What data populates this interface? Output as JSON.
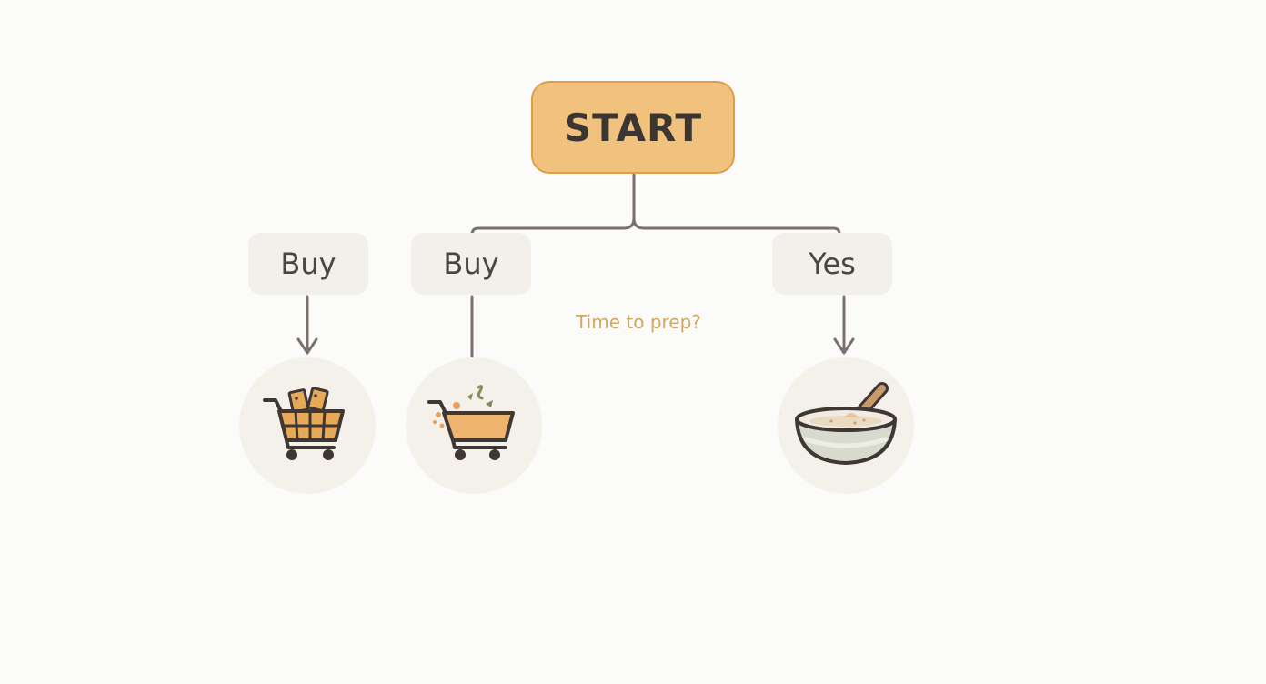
{
  "start": {
    "label": "START"
  },
  "branches": [
    {
      "label": "Buy",
      "icon": "shopping-cart-full-icon"
    },
    {
      "label": "Buy",
      "icon": "shopping-cart-produce-icon"
    },
    {
      "label": "Yes",
      "icon": "mixing-bowl-icon"
    }
  ],
  "question": {
    "label": "Time to prep?"
  },
  "colors": {
    "start_fill": "#f0c27e",
    "start_border": "#df9d4b",
    "connector": "#7c716a",
    "label_bg": "#f3efea",
    "question_text": "#d3a85d",
    "icon_circle": "#f4f0ea"
  }
}
